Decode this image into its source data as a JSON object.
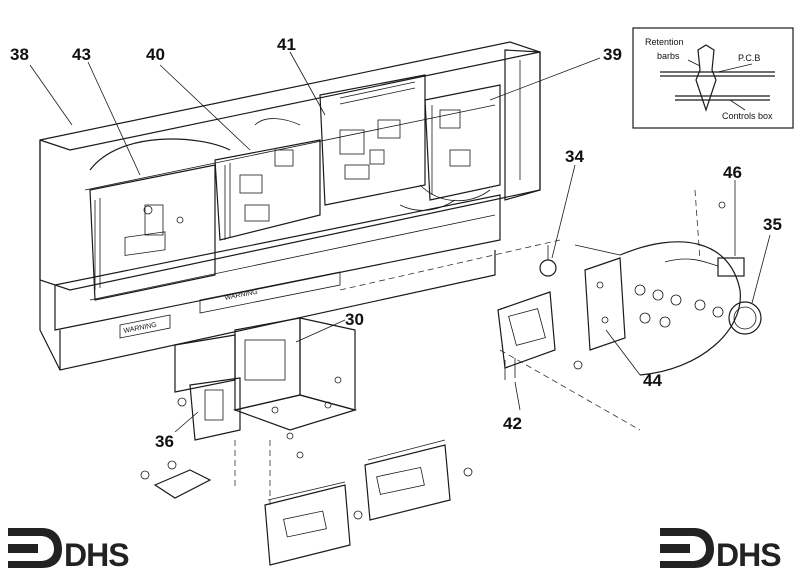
{
  "diagram": {
    "callouts": [
      {
        "id": "38",
        "label": "38"
      },
      {
        "id": "43",
        "label": "43"
      },
      {
        "id": "40",
        "label": "40"
      },
      {
        "id": "41",
        "label": "41"
      },
      {
        "id": "39",
        "label": "39"
      },
      {
        "id": "34",
        "label": "34"
      },
      {
        "id": "46",
        "label": "46"
      },
      {
        "id": "35",
        "label": "35"
      },
      {
        "id": "30",
        "label": "30"
      },
      {
        "id": "44",
        "label": "44"
      },
      {
        "id": "42",
        "label": "42"
      },
      {
        "id": "36",
        "label": "36"
      }
    ],
    "warning_labels": [
      "WARNING",
      "WARNING"
    ],
    "inset": {
      "retention_line1": "Retention",
      "retention_line2": "barbs",
      "pcb": "P.C.B",
      "controls_box": "Controls box"
    },
    "logos": [
      {
        "text": "DHS"
      },
      {
        "text": "DHS"
      }
    ]
  }
}
